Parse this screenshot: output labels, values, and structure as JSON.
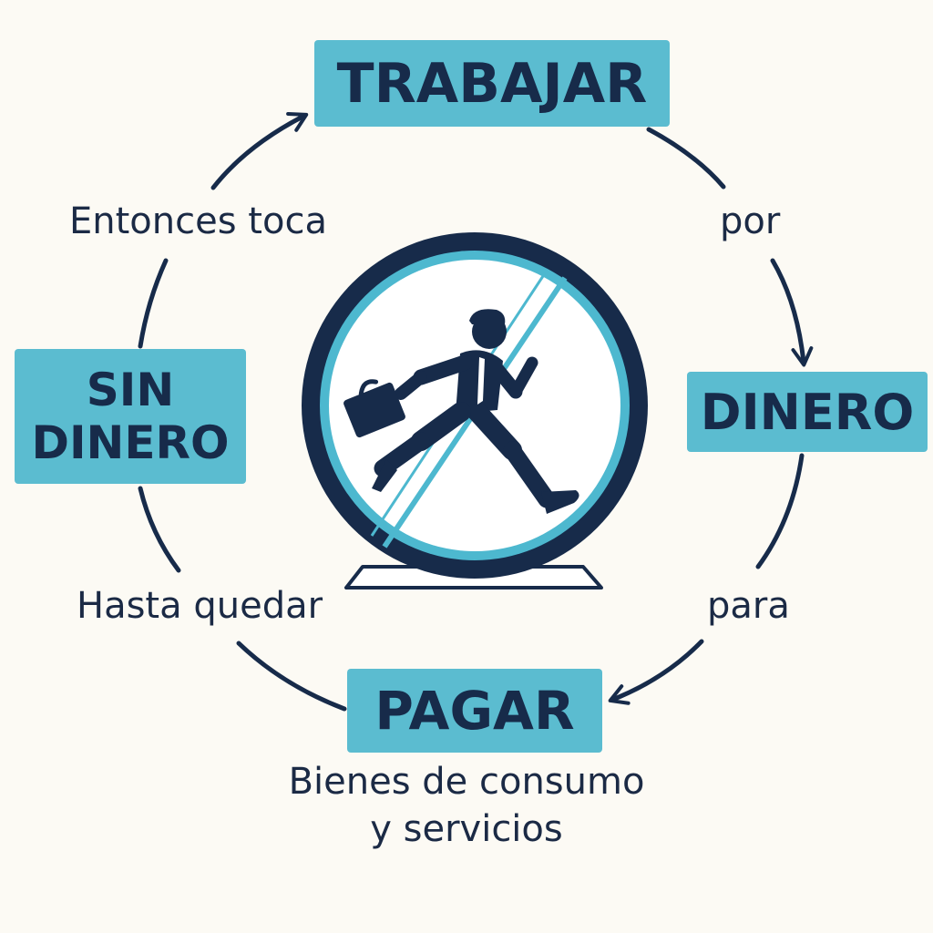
{
  "colors": {
    "navy": "#172b4a",
    "box_blue": "#5bbcd0",
    "wheel_accent": "#4db8cf",
    "background": "#fcfaf4"
  },
  "steps": {
    "trabajar": "TRABAJAR",
    "dinero": "DINERO",
    "pagar": "PAGAR",
    "sin_dinero": [
      "SIN",
      "DINERO"
    ]
  },
  "connectors": {
    "por": "por",
    "para": "para",
    "hasta_quedar": "Hasta quedar",
    "entonces_toca": "Entonces toca"
  },
  "pagar_detail": [
    "Bienes de consumo",
    "y servicios"
  ],
  "icons": {
    "center": "businessman-running-in-hamster-wheel-icon"
  }
}
